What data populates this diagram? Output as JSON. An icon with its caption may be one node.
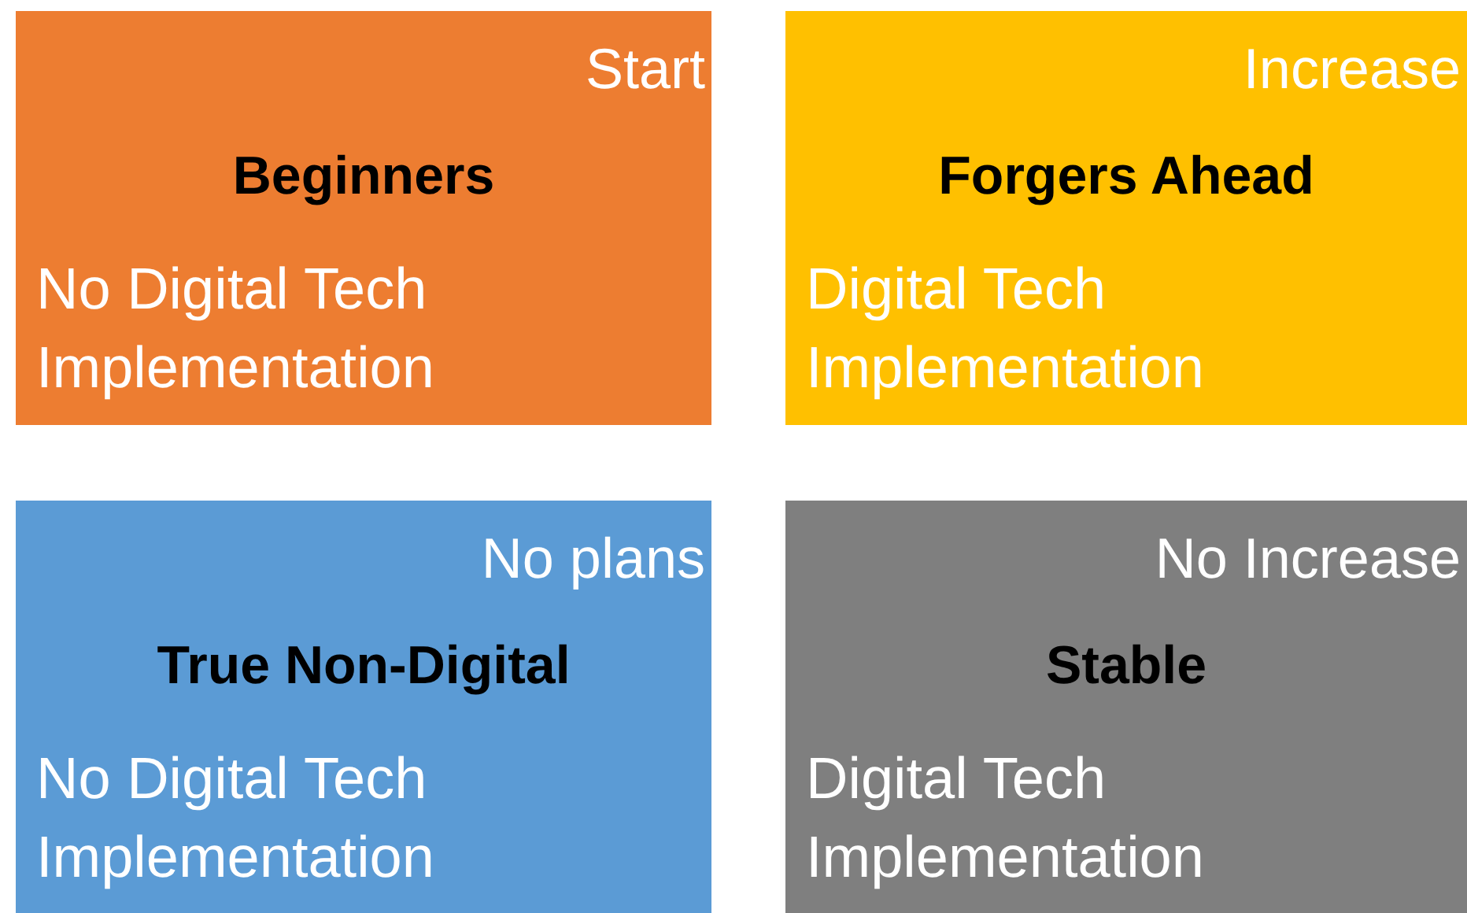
{
  "diagram": {
    "nodes": [
      {
        "text": [
          "Start",
          "Beginners",
          "No Digital Tech Implementation"
        ]
      },
      {
        "text": [
          "Increase",
          "Forgers Ahead",
          "Digital Tech Implementation"
        ]
      },
      {
        "text": [
          "No plans",
          "True Non-Digital",
          "No Digital Tech Implementation"
        ]
      },
      {
        "text": [
          "No Increase",
          "Stable",
          "Digital Tech Implementation"
        ]
      }
    ]
  }
}
